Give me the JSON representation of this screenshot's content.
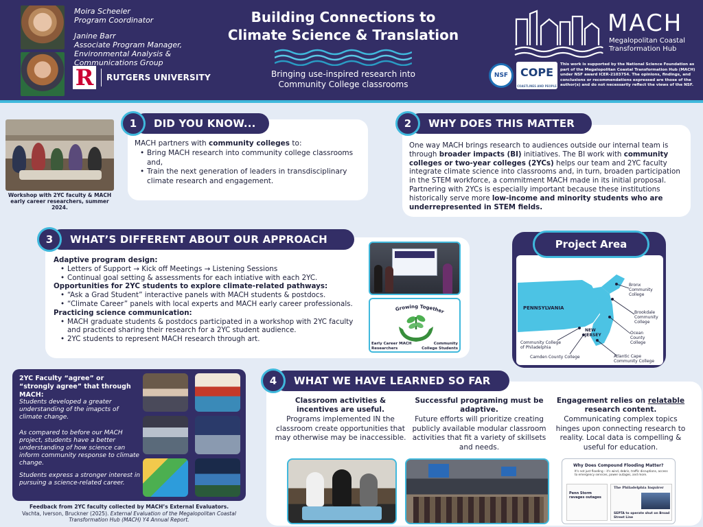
{
  "header": {
    "person1": {
      "name": "Moira Scheeler",
      "role": "Program Coordinator"
    },
    "person2": {
      "name": "Janine Barr",
      "role_line1": "Associate Program Manager,",
      "role_line2": "Environmental Analysis &",
      "role_line3": "Communications Group"
    },
    "university": "RUTGERS UNIVERSITY",
    "university_mark": "R",
    "title_line1": "Building Connections to",
    "title_line2": "Climate Science & Translation",
    "subtitle_line1": "Bringing use-inspired research into",
    "subtitle_line2": "Community College classrooms",
    "mach_name": "MACH",
    "mach_sub_line1": "Megalopolitan Coastal",
    "mach_sub_line2": "Transformation Hub",
    "nsf_logo": "NSF",
    "cope_logo": "COPE",
    "cope_tagline": "COASTLINES AND PEOPLE",
    "nsf_note": "This work is supported by the National Science Foundation as part of the Megalopolitan Coastal Transformation Hub (MACH) under NSF award ICER-2103754. The opinions, findings, and conclusions or recommendations expressed are those of the author(s) and do not necessarily reflect the views of the NSF."
  },
  "s1": {
    "num": "1",
    "heading": "DID YOU KNOW...",
    "photo_caption": "Workshop with 2YC faculty & MACH early career researchers, summer 2024.",
    "intro_pre": "MACH partners with ",
    "intro_bold": "community colleges",
    "intro_post": " to:",
    "bullet1": "Bring MACH research into community college classrooms and,",
    "bullet2": "Train the next generation of leaders in transdisciplinary climate research and engagement."
  },
  "s2": {
    "num": "2",
    "heading": "WHY DOES THIS MATTER",
    "t1": "One way MACH brings research to audiences outside our internal team is through ",
    "b1": "broader impacts (BI)",
    "t2": " initiatives. The BI work with ",
    "b2": "community colleges or two-year colleges (2YCs)",
    "t3": " helps our team and 2YC faculty integrate climate science into classrooms and, in turn, broaden participation in the STEM workforce, a commitment MACH made in its initial proposal. Partnering with 2YCs is especially important because these institutions historically serve more ",
    "b3": "low-income and minority students who are underrepresented in STEM fields."
  },
  "s3": {
    "num": "3",
    "heading": "WHAT’S DIFFERENT ABOUT OUR APPROACH",
    "sub1": "Adaptive program design:",
    "b1a": "Letters of Support → Kick off Meetings → Listening Sessions",
    "b1b": "Continual goal setting & assessments for each intiative with each 2YC.",
    "sub2": "Opportunities for 2YC  students to explore climate-related pathways:",
    "b2a": "“Ask a Grad Student” interactive panels with MACH students & postdocs.",
    "b2b": "“Climate Career” panels with local experts and MACH early career professionals.",
    "sub3": "Practicing science communication:",
    "b3a": "MACH graduate students & postdocs participated in a workshop with 2YC faculty and practiced sharing their research for a 2YC student audience.",
    "b3b": "2YC students to represent MACH research through art.",
    "growing_title": "Growing Together",
    "growing_left": "Early Career MACH Researchers",
    "growing_right": "Community College Students"
  },
  "project": {
    "title": "Project Area",
    "pa": "PENNSYLVANIA",
    "nj": "NEW JERSEY",
    "bronx": "Bronx Community College",
    "brookdale": "Brookdale Community College",
    "ocean": "Ocean County College",
    "atlantic": "Atlantic Cape Community College",
    "philly": "Community College of Philadelphia",
    "camden": "Camden County College"
  },
  "s4faculty": {
    "title": "2YC Faculty “agree” or “strongly agree” that through MACH:",
    "p1": "Students developed a greater understanding of the imapcts of climate change.",
    "p2": "As compared to before our MACH project, students have a better understanding of how science can inform community response to climate change.",
    "p3": "Students express a stronger interest in pursuing a science-related career.",
    "cap_bold": "Feedback from 2YC faculty collected by MACH’s External Evaluators.",
    "cap_plain": "Vachta, Iverson, Bruckner (2025). ",
    "cap_italic": "External Evaluation of the Megalopolitan Coastal Transformation Hub (MACH) Y4 Annual Report."
  },
  "s4": {
    "num": "4",
    "heading": "WHAT WE HAVE LEARNED SO FAR",
    "c1_head": "Classroom activities & incentives are useful.",
    "c1_body": "Programs implemented IN the classroom create opportunities that may otherwise may be inaccessible.",
    "c2_head": "Successful programing must be adaptive.",
    "c2_body": "Future efforts will prioritize creating publicly available modular classroom activities that fit a variety of skillsets and needs.",
    "c3_head_pre": "Engagement relies on ",
    "c3_head_u": "relatable",
    "c3_head_post": " research content.",
    "c3_body": "Communicating complex topics hinges upon connecting research to reality. Local data is compelling & useful for education.",
    "news_title": "Why Does Compound Flooding Matter?",
    "news_line": "It's not just flooding – it's wind, debris, traffic disruptions, access to emergency services, power outages, and more.",
    "news_masthead": "The Philadelphia Inquirer",
    "news_head1": "Penn Storm ravages outages",
    "news_head2": "SEPTA to operate shut on Broad Street Line"
  }
}
